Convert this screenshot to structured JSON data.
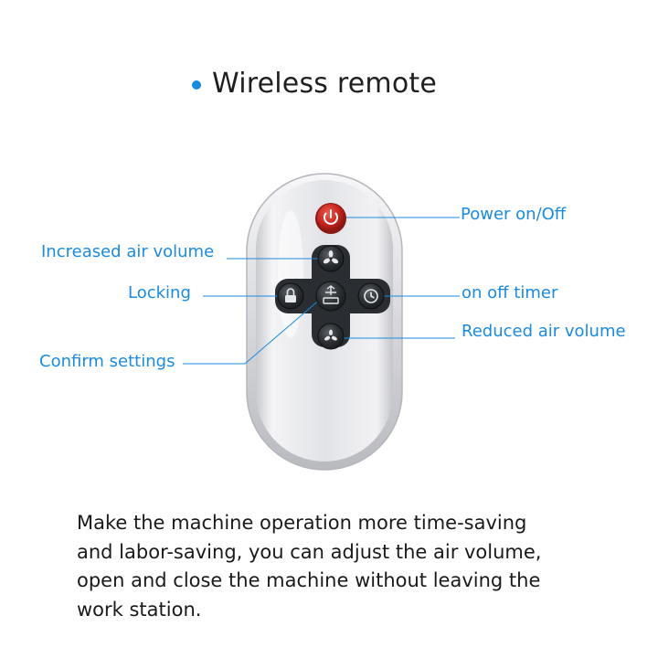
{
  "heading": {
    "title": "Wireless remote"
  },
  "callouts": {
    "power": "Power on/Off",
    "increase_air": "Increased air volume",
    "locking": "Locking",
    "timer": "on off timer",
    "reduce_air": "Reduced air volume",
    "confirm": "Confirm settings"
  },
  "description": {
    "lines": [
      "Make the machine operation more time-saving",
      "and labor-saving, you can adjust the air volume,",
      "open and close the machine without leaving the",
      "work station."
    ]
  },
  "icons": {
    "power_button": "power-icon",
    "increase_button": "fan-icon",
    "lock_button": "lock-icon",
    "confirm_button": "confirm-icon",
    "timer_button": "clock-icon",
    "reduce_button": "fan-small-icon"
  },
  "colors": {
    "accent": "#1a8be0",
    "power_button": "#c4241c",
    "control_buttons": "#2b2f33",
    "remote_body": "#dedfe3"
  }
}
